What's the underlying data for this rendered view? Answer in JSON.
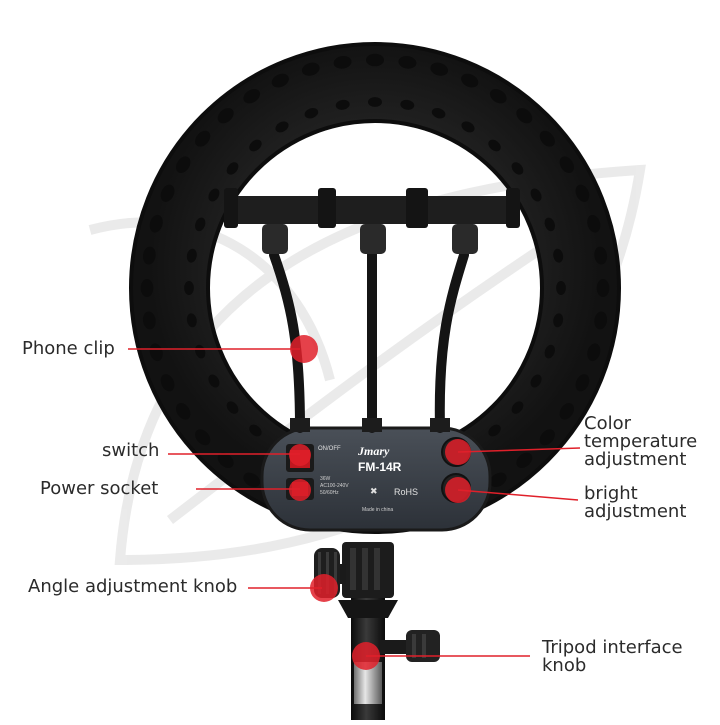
{
  "product": {
    "brand": "Jmary",
    "model": "FM-14R",
    "switch_text": "ON/OFF",
    "power_spec_1": "36W",
    "power_spec_2": "AC100-240V",
    "power_spec_3": "50/60Hz",
    "rohs": "RoHS",
    "origin": "Made in china"
  },
  "callouts": {
    "phone_clip": "Phone clip",
    "switch": "switch",
    "power_socket": "Power socket",
    "angle_knob": "Angle adjustment knob",
    "color_temp_1": "Color",
    "color_temp_2": "temperature",
    "color_temp_3": "adjustment",
    "bright_1": "bright",
    "bright_2": "adjustment",
    "tripod_1": "Tripod interface",
    "tripod_2": "knob"
  },
  "colors": {
    "marker": "#e0202a",
    "ring": "#1b1b1b",
    "panel": "#3a4048",
    "label_text": "#2b2b2b"
  }
}
